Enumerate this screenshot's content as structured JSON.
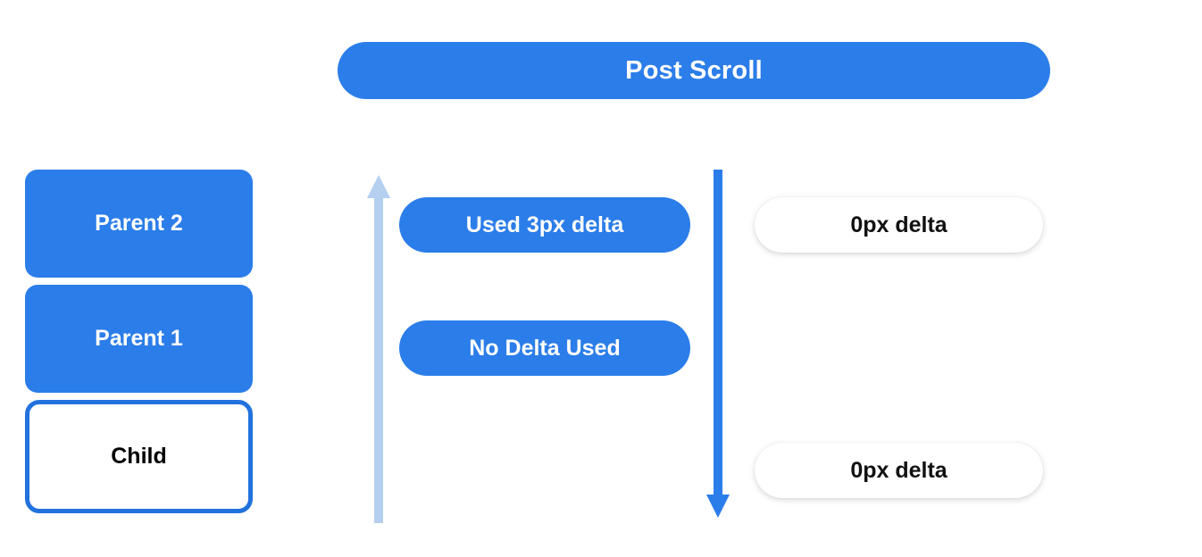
{
  "banner": {
    "title": "Post Scroll",
    "color": "#2B7DE9"
  },
  "colors": {
    "primary_blue": "#2B7DE9",
    "border_blue": "#2272DE",
    "light_blue_arrow": "#B4CFF0",
    "white": "#FFFFFF",
    "text_dark": "#111111"
  },
  "stack": {
    "boxes": [
      {
        "label": "Parent 2",
        "style": "filled"
      },
      {
        "label": "Parent 1",
        "style": "filled"
      },
      {
        "label": "Child",
        "style": "outlined"
      }
    ]
  },
  "arrows": [
    {
      "name": "scroll-up-arrow",
      "direction": "up",
      "color": "#B4CFF0"
    },
    {
      "name": "scroll-down-arrow",
      "direction": "down",
      "color": "#2B7DE9"
    }
  ],
  "middle_column": {
    "pills": [
      {
        "label": "Used 3px delta",
        "style": "blue"
      },
      {
        "label": "No Delta Used",
        "style": "blue"
      }
    ]
  },
  "right_column": {
    "pills": [
      {
        "label": "0px delta",
        "style": "white"
      },
      {
        "label": "0px delta",
        "style": "white"
      }
    ]
  }
}
